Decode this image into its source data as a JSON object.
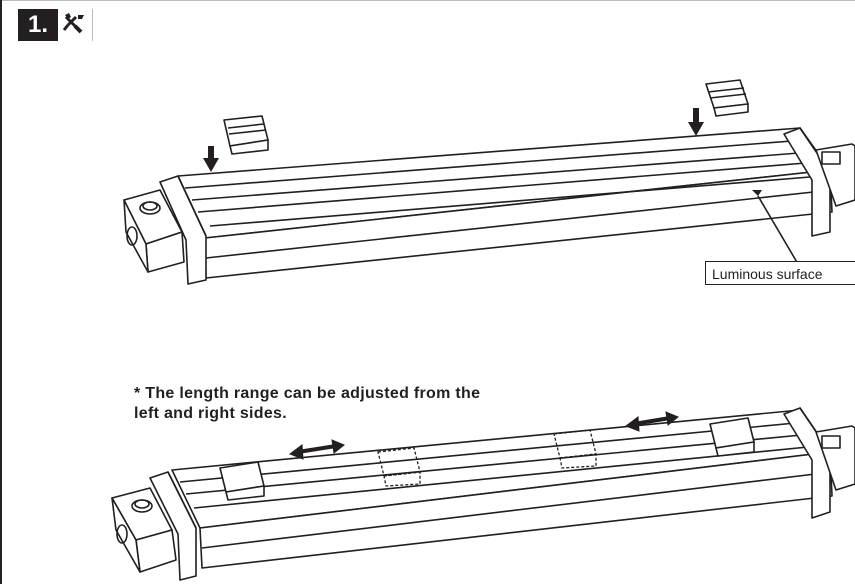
{
  "step": {
    "number": "1."
  },
  "icons": {
    "tool": "tools-icon"
  },
  "callout": {
    "label": "Luminous surface"
  },
  "note": {
    "line1": "* The length range can be adjusted from the",
    "line2": "left and right sides."
  }
}
